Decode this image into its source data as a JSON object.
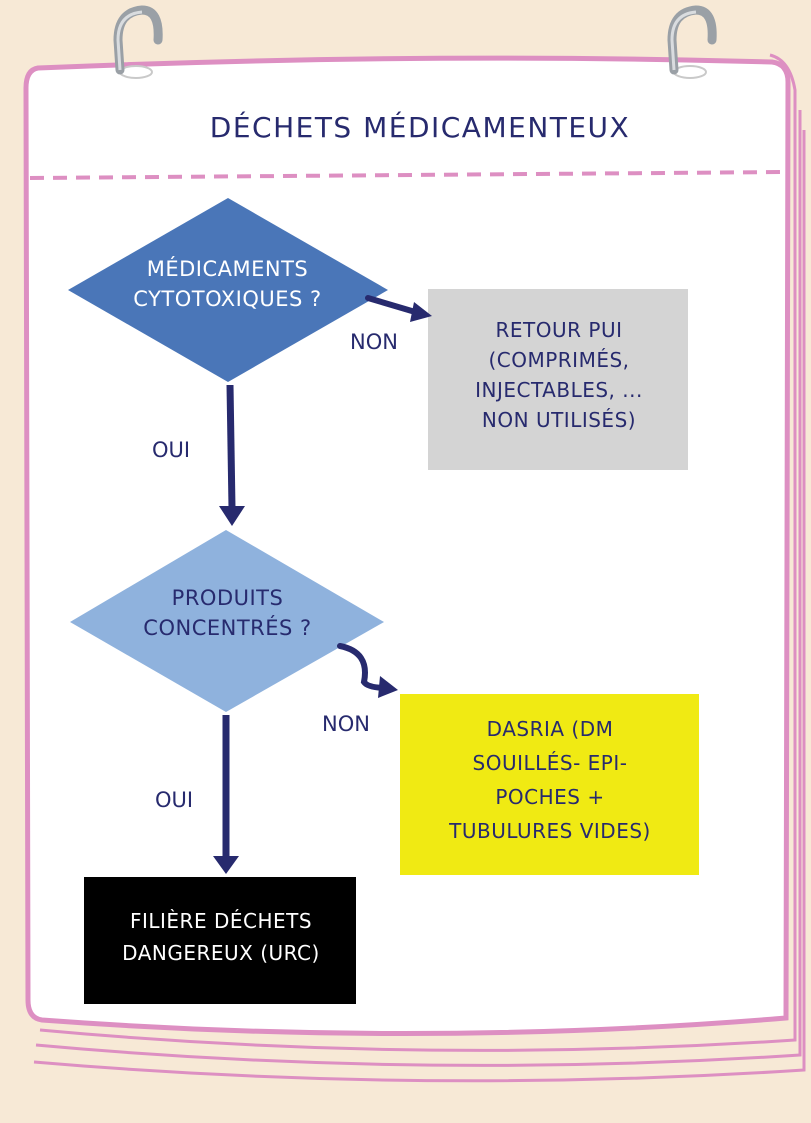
{
  "title": "DÉCHETS MÉDICAMENTEUX",
  "nodes": {
    "decision_1": "MÉDICAMENTS\nCYTOTOXIQUES ?",
    "retour_pui": "RETOUR PUI\n(COMPRIMÉS,\nINJECTABLES, ...\nNON UTILISÉS)",
    "decision_2": "PRODUITS\nCONCENTRÉS ?",
    "dasria": "DASRIA (DM\nSOUILLÉS- EPI-\nPOCHES +\nTUBULURES VIDES)",
    "filiere": "FILIÈRE DÉCHETS\nDANGEREUX (URC)"
  },
  "edges": {
    "non_1": "NON",
    "oui_1": "OUI",
    "non_2": "NON",
    "oui_2": "OUI"
  },
  "colors": {
    "background": "#f7e9d6",
    "page": "#ffffff",
    "border": "#dd8fc2",
    "ink": "#272a6e",
    "decision_1_fill": "#4a76b8",
    "decision_2_fill": "#8fb2dd",
    "retour_fill": "#d4d4d4",
    "dasria_fill": "#f0ea13",
    "filiere_fill": "#000000",
    "ring": "#9aa0a6"
  }
}
